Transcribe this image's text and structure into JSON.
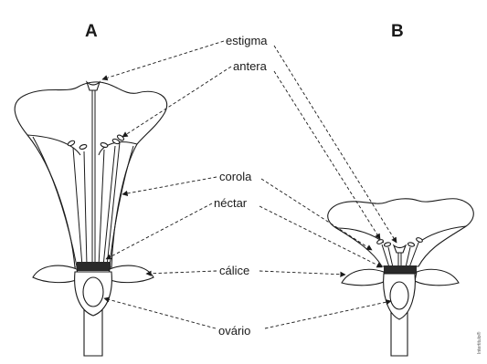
{
  "panels": {
    "a": "A",
    "b": "B"
  },
  "labels": {
    "estigma": "estigma",
    "antera": "antera",
    "corola": "corola",
    "nectar": "néctar",
    "calice": "cálice",
    "ovario": "ovário"
  },
  "credit": "Intertitulo®"
}
